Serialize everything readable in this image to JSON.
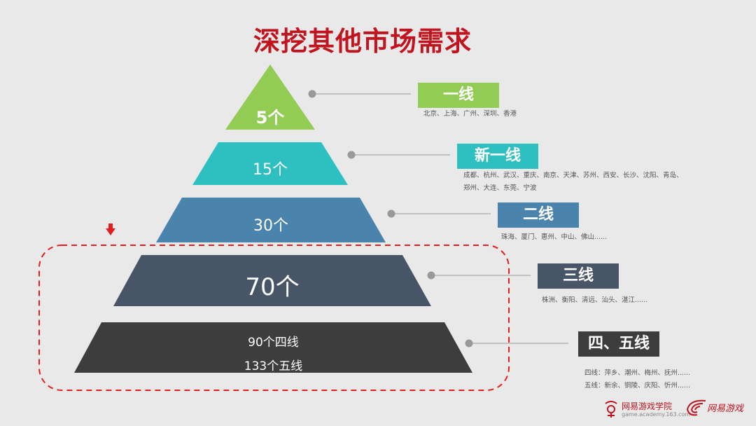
{
  "title": "深挖其他市场需求",
  "colors": {
    "tier1": "#92cc55",
    "new_tier1": "#2ec0c0",
    "tier2": "#4a84ad",
    "tier3": "#485566",
    "tier45": "#3d3d3d",
    "title": "#c0141e",
    "highlight": "#e41e1e"
  },
  "levels": [
    {
      "count": "5个",
      "label": "一线",
      "cities": [
        "北京、上海、广州、深圳、香港"
      ]
    },
    {
      "count": "15个",
      "label": "新一线",
      "cities": [
        "成都、杭州、武汉、重庆、南京、天津、苏州、西安、长沙、沈阳、青岛、",
        "郑州、大连、东莞、宁波"
      ]
    },
    {
      "count": "30个",
      "label": "二线",
      "cities": [
        "珠海、厦门、惠州、中山、佛山......"
      ]
    },
    {
      "count": "70个",
      "label": "三线",
      "cities": [
        "株洲、衡阳、清远、汕头、湛江......"
      ]
    },
    {
      "count": "90个四线",
      "count2": "133个五线",
      "label": "四、五线",
      "cities": [
        "四线：萍乡、潮州、梅州、抚州......",
        "五线：新余、铜陵、庆阳、忻州......"
      ]
    }
  ],
  "footer": {
    "academy": "网易游戏学院",
    "academy_url": "game.academy.163.com",
    "brand": "网易游戏"
  },
  "icons": {
    "highlight": "arrow-down-icon"
  }
}
